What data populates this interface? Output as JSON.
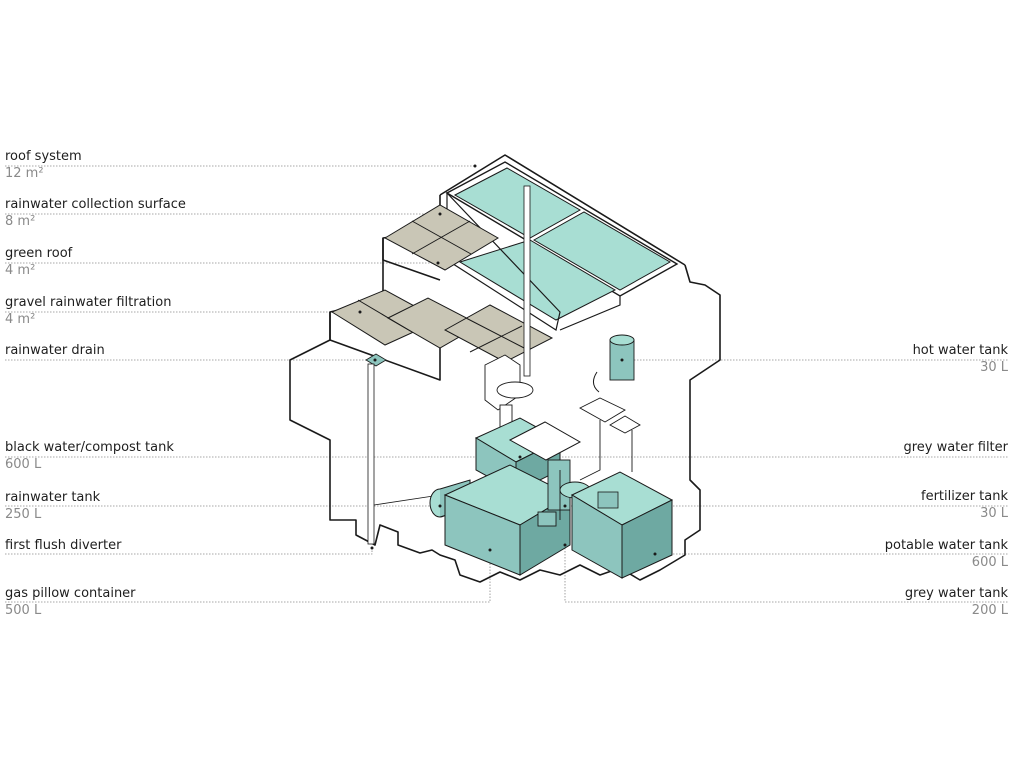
{
  "left": [
    {
      "id": "roof-system",
      "name": "roof system",
      "value": "12 m²"
    },
    {
      "id": "rainwater-collection-surface",
      "name": "rainwater collection surface",
      "value": "8 m²"
    },
    {
      "id": "green-roof",
      "name": "green roof",
      "value": "4 m²"
    },
    {
      "id": "gravel-rainwater-filtration",
      "name": "gravel rainwater filtration",
      "value": "4 m²"
    },
    {
      "id": "rainwater-drain",
      "name": "rainwater drain",
      "value": ""
    },
    {
      "id": "black-water-compost-tank",
      "name": "black water/compost tank",
      "value": "600 L"
    },
    {
      "id": "rainwater-tank",
      "name": "rainwater tank",
      "value": "250 L"
    },
    {
      "id": "first-flush-diverter",
      "name": "first flush diverter",
      "value": ""
    },
    {
      "id": "gas-pillow-container",
      "name": "gas pillow container",
      "value": "500 L"
    }
  ],
  "right": [
    {
      "id": "hot-water-tank",
      "name": "hot water tank",
      "value": "30 L"
    },
    {
      "id": "grey-water-filter",
      "name": "grey water filter",
      "value": ""
    },
    {
      "id": "fertilizer-tank",
      "name": "fertilizer tank",
      "value": "30 L"
    },
    {
      "id": "potable-water-tank",
      "name": "potable water tank",
      "value": "600 L"
    },
    {
      "id": "grey-water-tank",
      "name": "grey water tank",
      "value": "200 L"
    }
  ],
  "colors": {
    "tank_fill": "#8dc5be",
    "tank_side": "#6ea9a2",
    "roof_panel": "#a8ded3",
    "gravel": "#c9c6b6",
    "outline": "#1a1a1a",
    "leader": "#8a8a8a"
  }
}
